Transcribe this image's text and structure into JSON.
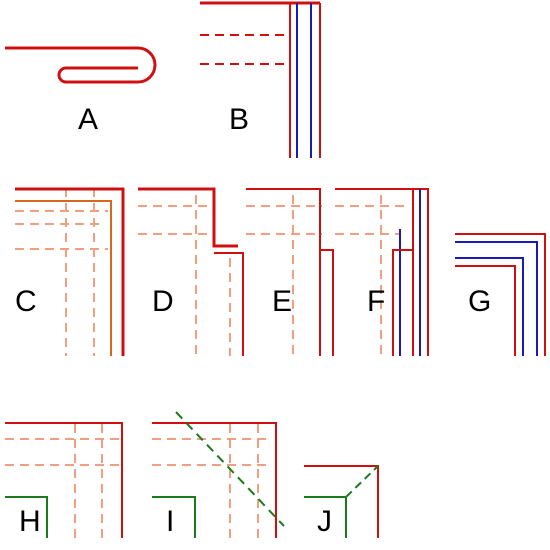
{
  "colors": {
    "red": "#d01010",
    "blue": "#1a1ab8",
    "orange": "#d2691e",
    "salmon": "#f0a080",
    "green": "#1b7a1b",
    "label": "#000000"
  },
  "labels": {
    "A": "A",
    "B": "B",
    "C": "C",
    "D": "D",
    "E": "E",
    "F": "F",
    "G": "G",
    "H": "H",
    "I": "I",
    "J": "J"
  }
}
